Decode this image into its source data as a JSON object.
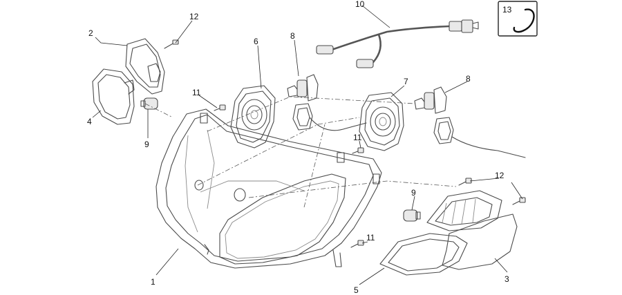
{
  "diagram": {
    "callouts": {
      "c1": "1",
      "c2": "2",
      "c3": "3",
      "c4": "4",
      "c5": "5",
      "c6": "6",
      "c7": "7",
      "c8a": "8",
      "c8b": "8",
      "c9a": "9",
      "c9b": "9",
      "c10": "10",
      "c11a": "11",
      "c11b": "11",
      "c11c": "11",
      "c12a": "12",
      "c12b": "12",
      "c13": "13"
    },
    "colors": {
      "line": "#4a4a4a",
      "text": "#111111",
      "background": "#ffffff"
    }
  }
}
